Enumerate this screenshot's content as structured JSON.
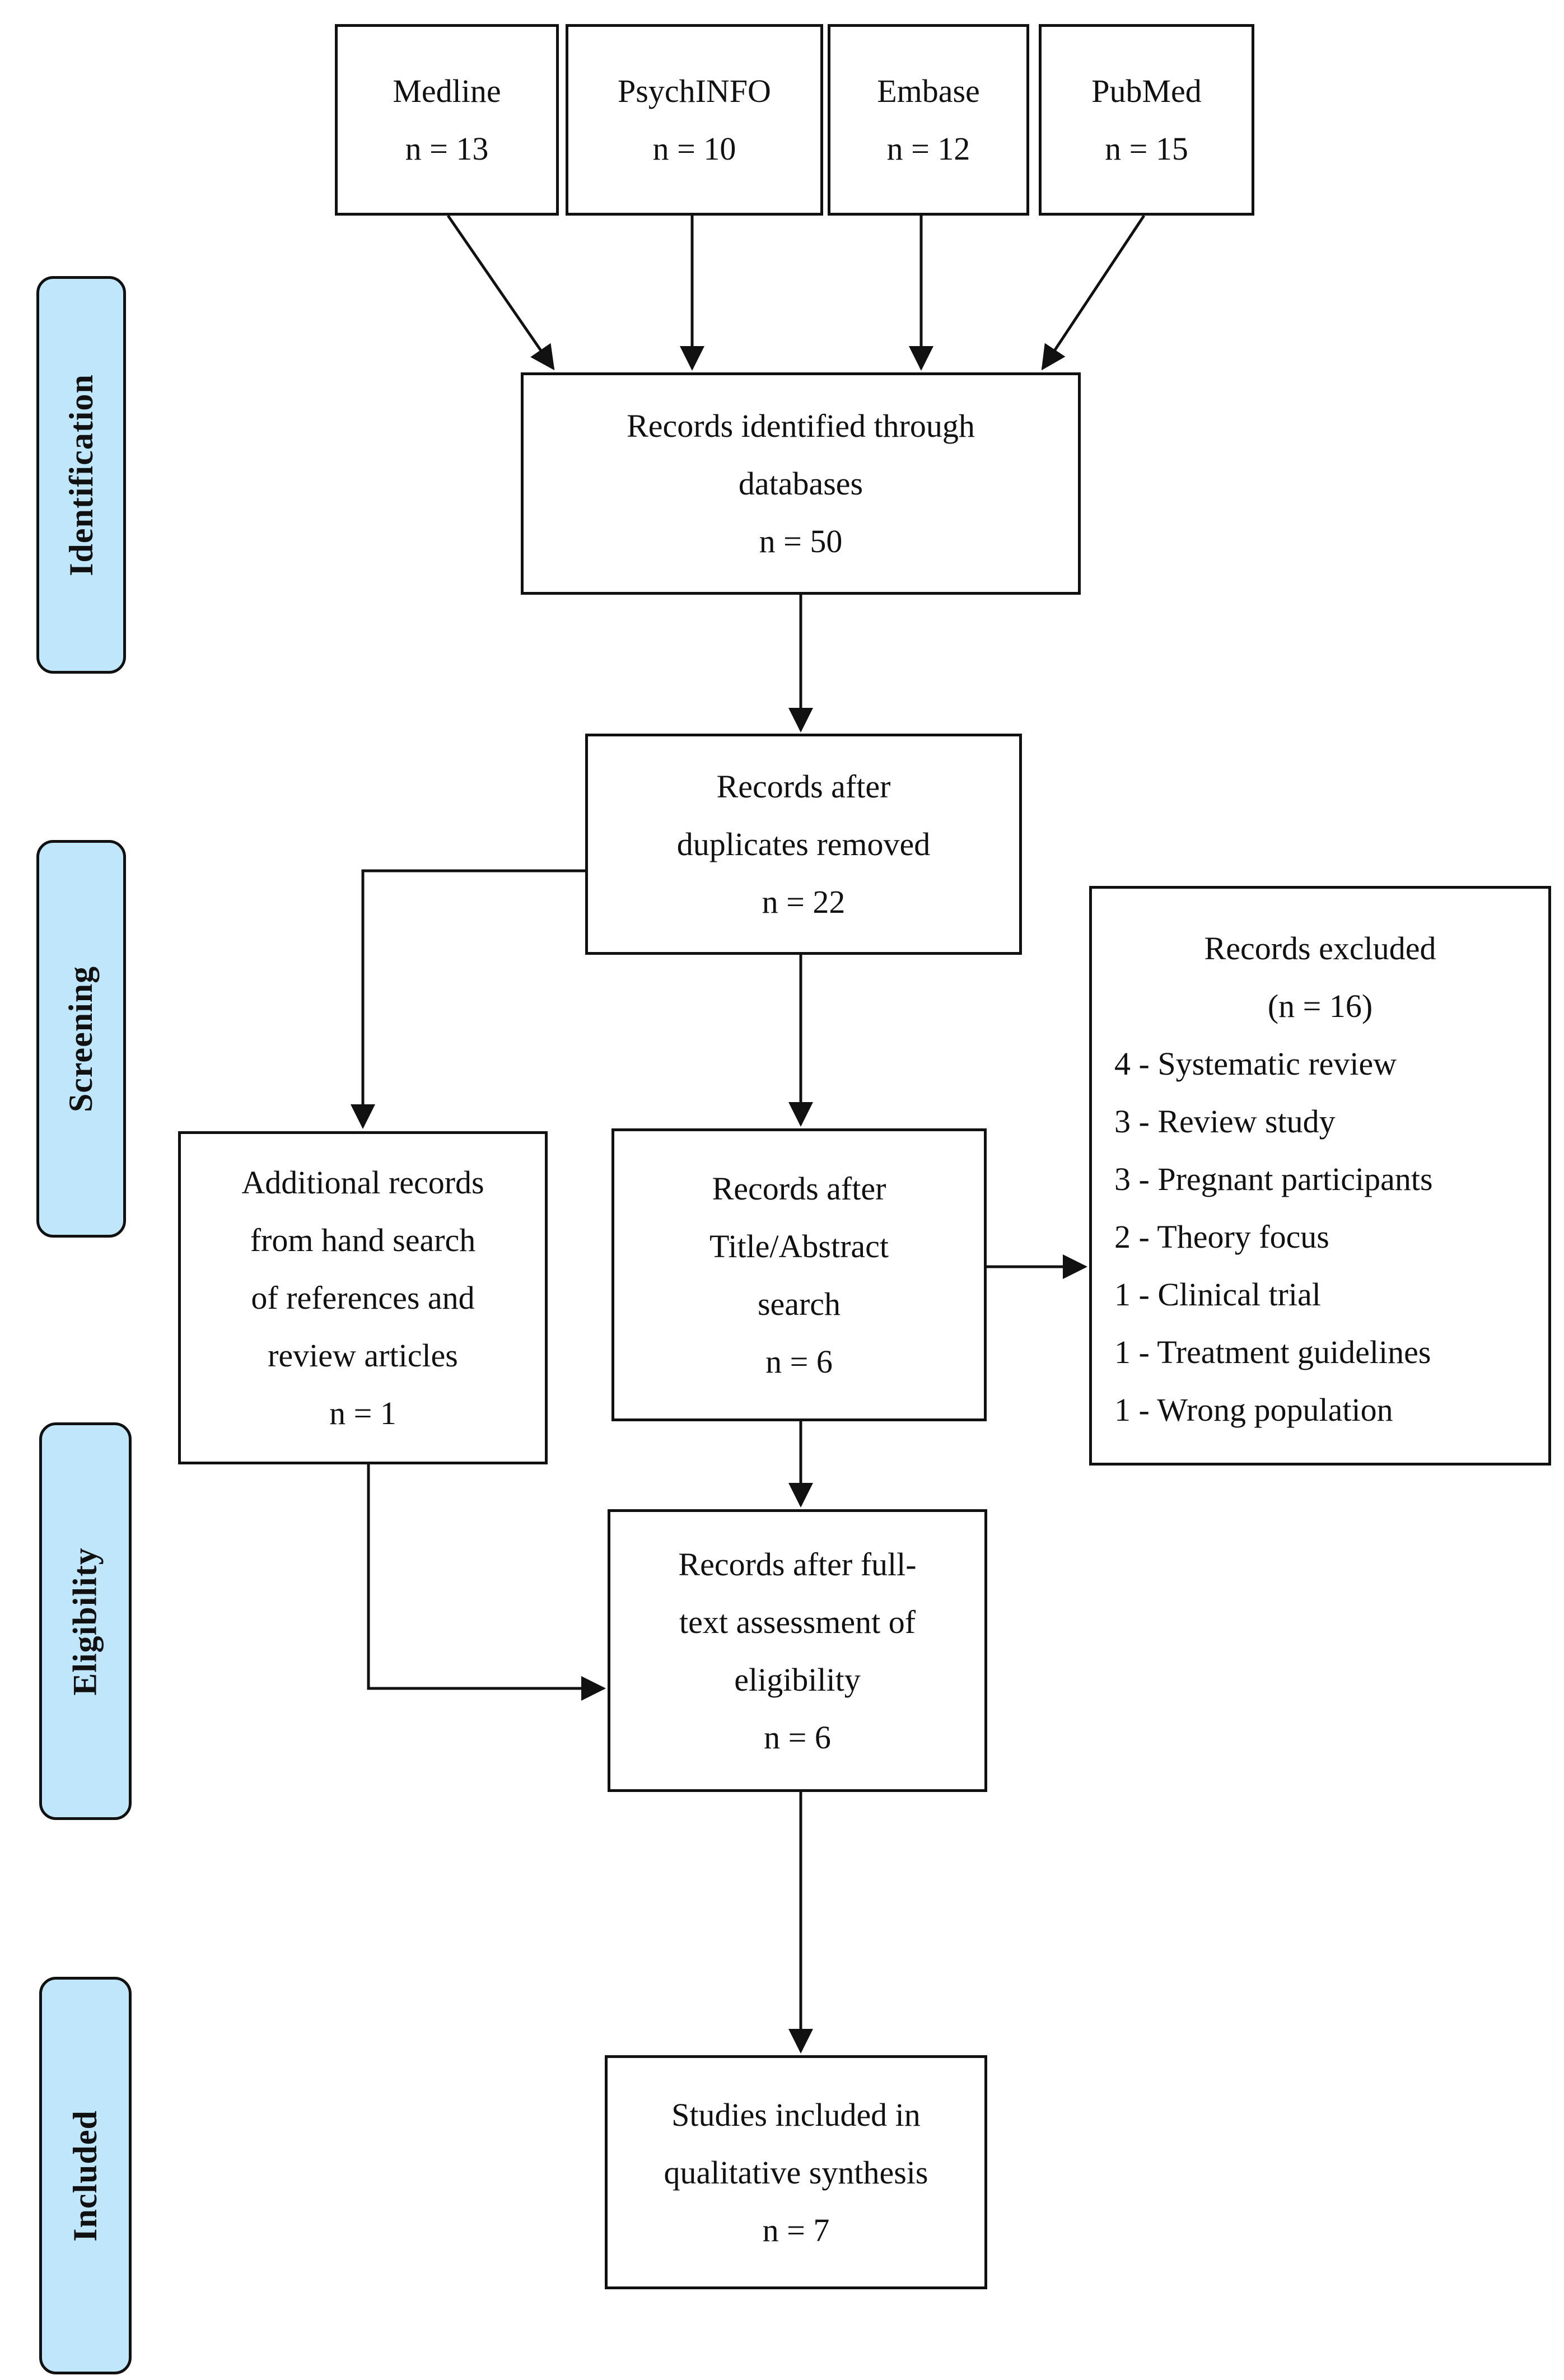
{
  "phases": [
    "Identification",
    "Screening",
    "Eligibility",
    "Included"
  ],
  "sources": [
    {
      "name": "Medline",
      "count": "n = 13"
    },
    {
      "name": "PsychINFO",
      "count": "n = 10"
    },
    {
      "name": "Embase",
      "count": "n = 12"
    },
    {
      "name": "PubMed",
      "count": "n = 15"
    }
  ],
  "identified": {
    "line1": "Records identified through",
    "line2": "databases",
    "count": "n = 50"
  },
  "deduplicated": {
    "line1": "Records after",
    "line2": "duplicates removed",
    "count": "n = 22"
  },
  "title_abstract": {
    "line1": "Records after",
    "line2": "Title/Abstract",
    "line3": "search",
    "count": "n = 6"
  },
  "hand_search": {
    "line1": "Additional records",
    "line2": "from hand search",
    "line3": "of references and",
    "line4": "review articles",
    "count": "n = 1"
  },
  "excluded": {
    "title": "Records excluded",
    "count": "(n = 16)",
    "reasons": [
      "4 - Systematic review",
      "3 - Review study",
      "3 - Pregnant participants",
      "2 - Theory focus",
      "1 - Clinical trial",
      "1 - Treatment guidelines",
      "1 - Wrong population"
    ]
  },
  "full_text": {
    "line1": "Records after full-",
    "line2": "text assessment of",
    "line3": "eligibility",
    "count": "n = 6"
  },
  "included": {
    "line1": "Studies included in",
    "line2": "qualitative synthesis",
    "count": "n = 7"
  }
}
